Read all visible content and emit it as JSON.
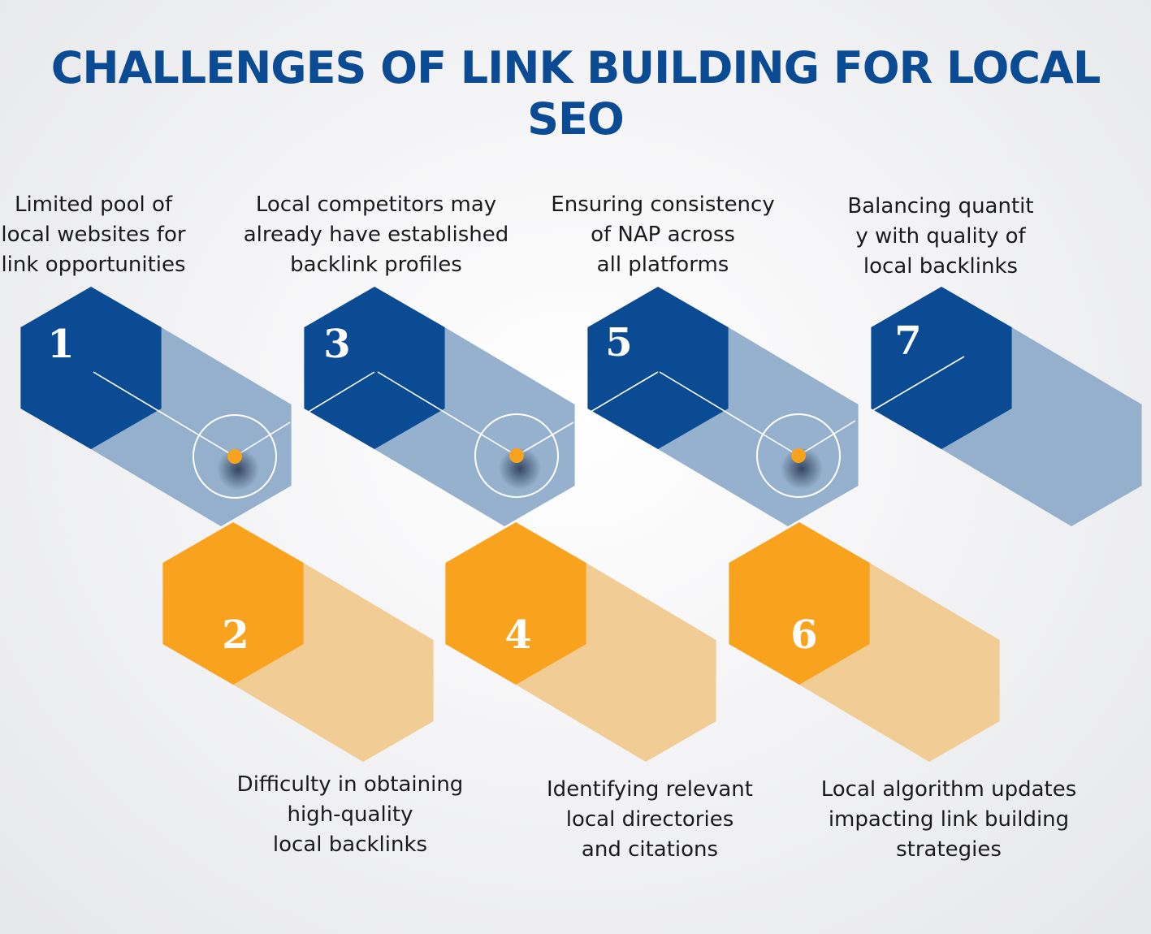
{
  "title": "CHALLENGES OF LINK BUILDING FOR LOCAL SEO",
  "colors": {
    "title": "#0a4b94",
    "blue_hex": "#0a4b94",
    "blue_shadow": "#8aa9c8",
    "orange_hex": "#f9a21d",
    "orange_shadow": "#f0c98f",
    "node_dot": "#f9a21d"
  },
  "steps": [
    {
      "number": "1",
      "text": "Limited pool of\nlocal websites for\nlink opportunities"
    },
    {
      "number": "2",
      "text": "Difficulty in obtaining\nhigh-quality\nlocal backlinks"
    },
    {
      "number": "3",
      "text": "Local competitors may\nalready have established\nbacklink profiles"
    },
    {
      "number": "4",
      "text": "Identifying relevant\nlocal directories\nand citations"
    },
    {
      "number": "5",
      "text": "Ensuring consistency\nof NAP across\nall platforms"
    },
    {
      "number": "6",
      "text": "Local algorithm updates\nimpacting link building\nstrategies"
    },
    {
      "number": "7",
      "text": "Balancing quantit\ny with quality of\nlocal backlinks"
    }
  ]
}
